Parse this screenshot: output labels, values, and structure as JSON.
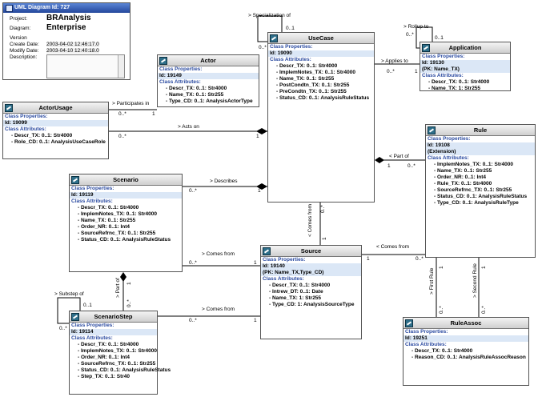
{
  "info": {
    "title": "UML Diagram Id: 727",
    "fields": [
      {
        "label": "Project:",
        "value": "BRAnalysis",
        "big": true
      },
      {
        "label": "Diagram:",
        "value": "Enterprise",
        "big": true
      },
      {
        "label": "Version",
        "value": ""
      },
      {
        "label": "Create Date:",
        "value": "2003-04-02 12:46:17.0"
      },
      {
        "label": "Modify Date:",
        "value": "2003-04-10 12:40:18.0"
      },
      {
        "label": "Description:",
        "value": ""
      }
    ]
  },
  "classes": {
    "usecase": {
      "name": "UseCase",
      "props": [
        "Id: 19090"
      ],
      "attrs": [
        "Descr_TX: 0..1: Str4000",
        "ImplemNotes_TX: 0..1: Str4000",
        "Name_TX: 0..1: Str255",
        "PostCondtn_TX: 0..1: Str255",
        "PreCondtn_TX: 0..1: Str255",
        "Status_CD: 0..1: AnalysisRuleStatus"
      ]
    },
    "application": {
      "name": "Application",
      "props": [
        "Id: 19130",
        "(PK: Name_TX)"
      ],
      "attrs": [
        "Descr_TX: 0..1: Str4000",
        "Name_TX: 1: Str255"
      ]
    },
    "actor": {
      "name": "Actor",
      "props": [
        "Id: 19149"
      ],
      "attrs": [
        "Descr_TX: 0..1: Str4000",
        "Name_TX: 0..1: Str255",
        "Type_CD: 0..1: AnalysisActorType"
      ]
    },
    "actorusage": {
      "name": "ActorUsage",
      "props": [
        "Id: 19099"
      ],
      "attrs": [
        "Descr_TX: 0..1: Str4000",
        "Role_CD: 0..1: AnalysisUseCaseRole"
      ]
    },
    "rule": {
      "name": "Rule",
      "props": [
        "Id: 19108",
        "(Extension)"
      ],
      "attrs": [
        "ImplemNotes_TX: 0..1: Str4000",
        "Name_TX: 0..1: Str255",
        "Order_NR: 0..1: Int4",
        "Rule_TX: 0..1: Str4000",
        "SourceRefrnc_TX: 0..1: Str255",
        "Status_CD: 0..1: AnalysisRuleStatus",
        "Type_CD: 0..1: AnalysisRuleType"
      ]
    },
    "scenario": {
      "name": "Scenario",
      "props": [
        "Id: 19119"
      ],
      "attrs": [
        "Descr_TX: 0..1: Str4000",
        "ImplemNotes_TX: 0..1: Str4000",
        "Name_TX: 0..1: Str255",
        "Order_NR: 0..1: Int4",
        "SourceRefrnc_TX: 0..1: Str255",
        "Status_CD: 0..1: AnalysisRuleStatus"
      ]
    },
    "source": {
      "name": "Source",
      "props": [
        "Id: 19140",
        "(PK: Name_TX,Type_CD)"
      ],
      "attrs": [
        "Descr_TX: 0..1: Str4000",
        "Intrew_DT: 0..1: Date",
        "Name_TX: 1: Str255",
        "Type_CD: 1: AnalysisSourceType"
      ]
    },
    "scenariostep": {
      "name": "ScenarioStep",
      "props": [
        "Id: 19114"
      ],
      "attrs": [
        "Descr_TX: 0..1: Str4000",
        "ImplemNotes_TX: 0..1: Str4000",
        "Order_NR: 0..1: Int4",
        "SourceRefrnc_TX: 0..1: Str255",
        "Status_CD: 0..1: AnalysisRuleStatus",
        "Step_TX: 0..1: Str40"
      ]
    },
    "ruleassoc": {
      "name": "RuleAssoc",
      "props": [
        "Id: 19251"
      ],
      "attrs": [
        "Descr_TX: 0..1: Str4000",
        "Reason_CD: 0..1: AnalysisRuleAssocReason"
      ]
    }
  },
  "section_labels": {
    "props": "Class Properties:",
    "attrs": "Class Attributes:"
  },
  "assoc_labels": {
    "spec": "> Specialization of",
    "spec_m1": "0..1",
    "spec_m2": "0..*",
    "rollup": "> Rollup to",
    "rollup_m1": "0..1",
    "rollup_m2": "0..*",
    "applies": "> Applies to",
    "applies_m1": "0..*",
    "applies_m2": "1",
    "participates": "> Participates in",
    "participates_m1": "0..*",
    "participates_m2": "1",
    "acts": "> Acts on",
    "acts_m1": "0..*",
    "acts_m2": "1",
    "partof_rule": "< Part of",
    "partof_rule_m1": "1",
    "partof_rule_m2": "0..*",
    "describes": "> Describes",
    "describes_m1": "0..*",
    "describes_m2": "1",
    "comesfrom_v": "< Comes from",
    "comesfrom_v_m1": "1",
    "comesfrom_v_m2": "0..*",
    "comesfrom_rule": "< Comes from",
    "comesfrom_rule_m1": "1",
    "comesfrom_rule_m2": "0..*",
    "comesfrom_scen": "> Comes from",
    "comesfrom_scen_m1": "0..*",
    "comesfrom_scen_m2": "1",
    "comesfrom_step": "> Comes from",
    "comesfrom_step_m1": "0..*",
    "comesfrom_step_m2": "1",
    "partof_step": "> Part of",
    "partof_step_m1": "1",
    "partof_step_m2": "0..*",
    "substep": "> Substep of",
    "substep_m1": "0..1",
    "substep_m2": "0..*",
    "firstrule": "> First Rule",
    "firstrule_m1": "1",
    "firstrule_m2": "0..*",
    "secondrule": "> Second Rule",
    "secondrule_m1": "1",
    "secondrule_m2": "0..*"
  }
}
